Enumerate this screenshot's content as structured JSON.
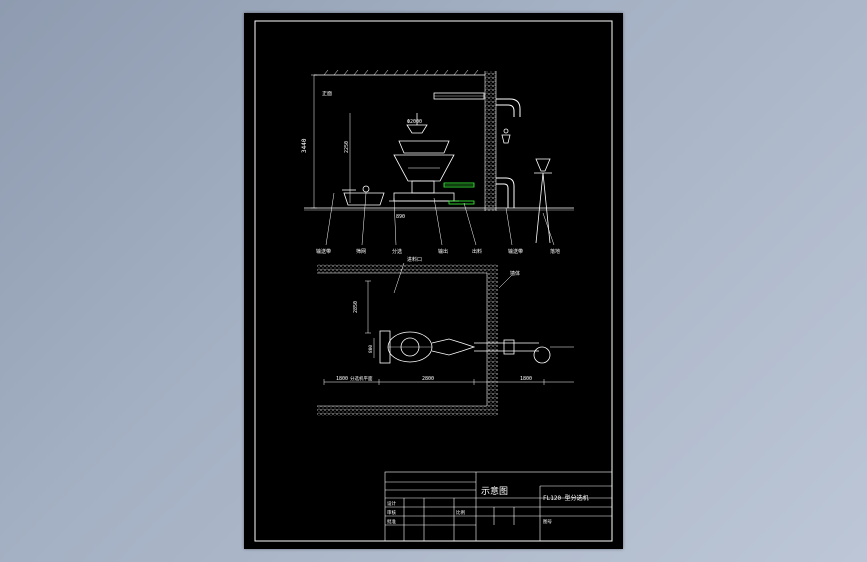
{
  "colors": {
    "background_gradient": [
      "#8e9bb0",
      "#bcc6d6"
    ],
    "sheet": "#000000",
    "line": "#ffffff",
    "highlight": "#3cff3c",
    "hatch": "#d0d0d0"
  },
  "elevation": {
    "dim_total": "3440",
    "dim_upper": "2250",
    "dim_small": "890",
    "dim_width": "Ф2000",
    "label_left": "正面",
    "labels_bottom": [
      "输送带",
      "筛网",
      "分选",
      "输出",
      "出料",
      "输送带",
      "落地"
    ]
  },
  "plan": {
    "label_top": "进料口",
    "label_wall": "墙体",
    "dim_vertical": "2850",
    "dim_left": "1800",
    "dim_middle": "2800",
    "dim_right": "1800",
    "dim_side": "800",
    "label_bottom_left": "分选机平面"
  },
  "title_block": {
    "drawing_title": "示意图",
    "model_code": "FL120 型分选机",
    "row_texts": [
      "设计",
      "审核",
      "批准",
      "比例",
      "图号"
    ]
  }
}
